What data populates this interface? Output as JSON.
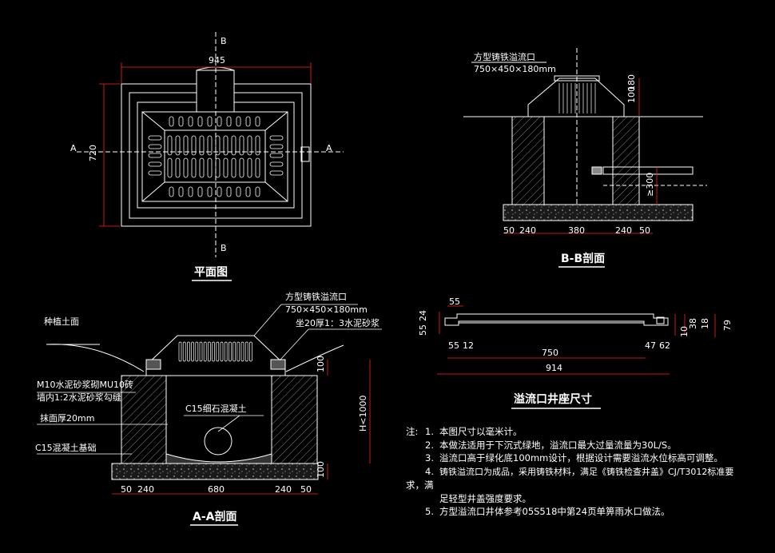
{
  "colors": {
    "background": "#000000",
    "line": "#ffffff",
    "dim": "#ff2020",
    "ground": "#c8c8c8"
  },
  "plan": {
    "title": "平面图",
    "width_dim": "945",
    "height_dim": "720",
    "section_a": "A",
    "section_b": "B"
  },
  "section_bb": {
    "title": "B-B剖面",
    "label_line1": "方型铸铁溢流口",
    "label_line2": "750×450×180mm",
    "dim_100": "100",
    "dim_180": "180",
    "dim_300": "≥300",
    "bottom_dims": [
      "50",
      "240",
      "380",
      "240",
      "50"
    ]
  },
  "section_aa": {
    "title": "A-A剖面",
    "label_inlet_1": "方型铸铁溢流口",
    "label_inlet_2": "750×450×180mm",
    "label_mortar": "坐20厚1：3水泥砂浆",
    "label_soil": "种植土面",
    "label_wall_1": "M10水泥砂浆砌MU10砖",
    "label_wall_2": "墙内1:2水泥砂浆勾缝",
    "label_plaster": "抹面厚20mm",
    "label_base": "C15混凝土基础",
    "label_fill": "C15细石混凝土",
    "dim_top": "100",
    "dim_bottom": "100",
    "dim_h": "H<1000",
    "bottom_dims": [
      "50",
      "240",
      "680",
      "240",
      "50"
    ]
  },
  "seat": {
    "title": "溢流口井座尺寸",
    "left_dims": [
      "55",
      "24"
    ],
    "top_55": "55",
    "dim_55": "55",
    "dim_12": "12",
    "dim_750": "750",
    "dim_914": "914",
    "dim_47": "47",
    "dim_62": "62",
    "right_dims": [
      "10",
      "38",
      "18",
      "79"
    ]
  },
  "notes": {
    "lead": "注:",
    "items": [
      {
        "num": "1.",
        "text": "本图尺寸以毫米计。"
      },
      {
        "num": "2.",
        "text": "本做法适用于下沉式绿地，溢流口最大过量流量为30L/S。"
      },
      {
        "num": "3.",
        "text": "溢流口高于绿化底100mm设计，根据设计需要溢流水位标高可调整。"
      },
      {
        "num": "4.",
        "text": "铸铁溢流口为成品，采用铸铁材料，满足《铸铁检查井盖》CJ/T3012标准要"
      }
    ],
    "wrap_first": "求，满",
    "wrap_second": "足轻型井盖强度要求。",
    "item5": {
      "num": "5.",
      "text": "方型溢流口井体参考05S518中第24页单箅雨水口做法。"
    }
  }
}
